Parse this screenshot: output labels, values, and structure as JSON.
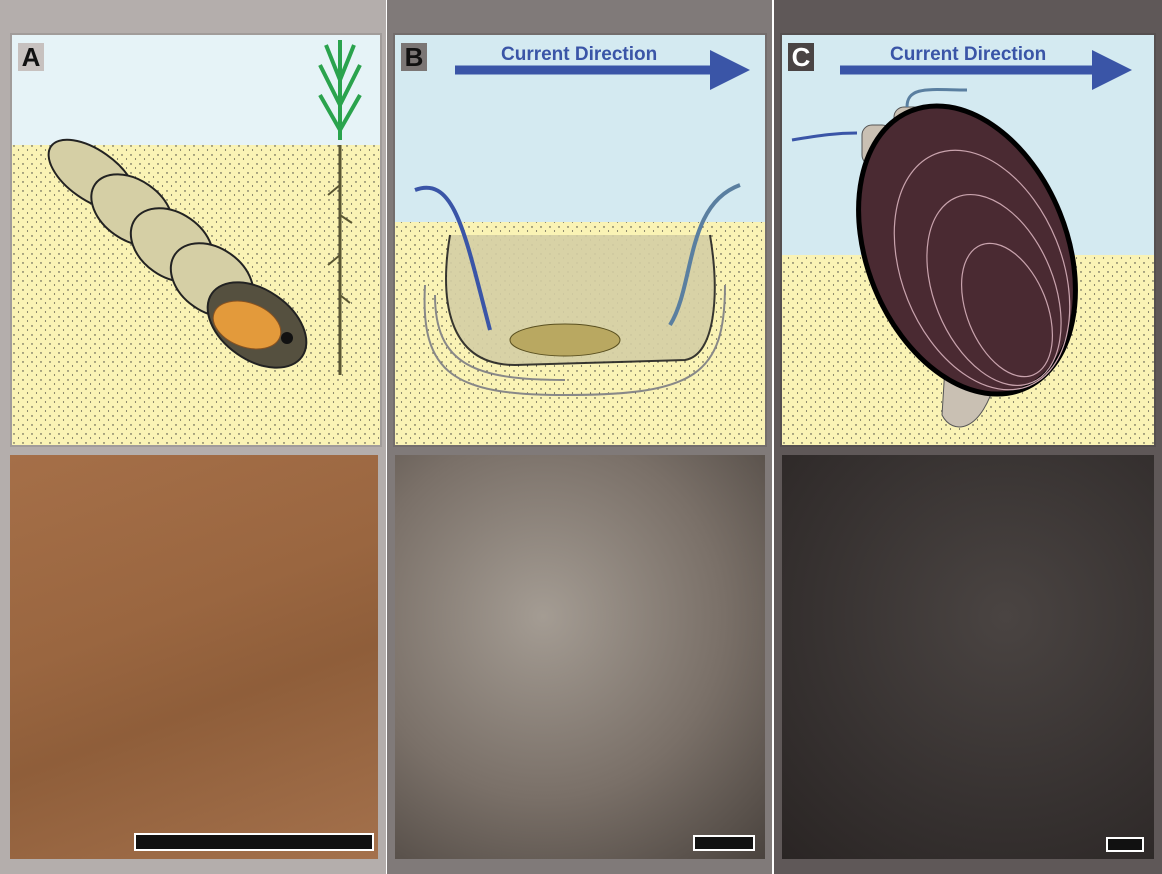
{
  "panels": [
    {
      "label": "A"
    },
    {
      "label": "B",
      "current_label": "Current Direction"
    },
    {
      "label": "C",
      "current_label": "Current Direction"
    }
  ],
  "colors": {
    "sky": "#d4eaf1",
    "sand": "#faf3b5",
    "arrow": "#3a55a7"
  }
}
